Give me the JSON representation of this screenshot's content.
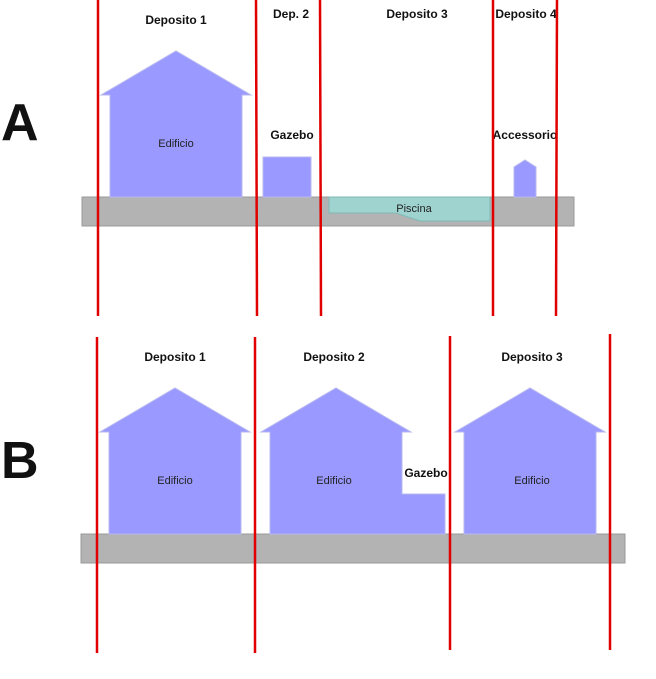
{
  "colors": {
    "building": "#9999ff",
    "building_stroke": "#b8b8f0",
    "ground": "#b3b3b3",
    "pool": "#9fd3cf",
    "divider": "#e00000"
  },
  "panel_a": {
    "letter": "A",
    "deposits": [
      "Deposito 1",
      "Dep. 2",
      "Deposito 3",
      "Deposito 4"
    ],
    "building_label": "Edificio",
    "gazebo_label": "Gazebo",
    "pool_label": "Piscina",
    "accessory_label": "Accessorio"
  },
  "panel_b": {
    "letter": "B",
    "deposits": [
      "Deposito 1",
      "Deposito 2",
      "Deposito 3"
    ],
    "building_labels": [
      "Edificio",
      "Edificio",
      "Edificio"
    ],
    "gazebo_label": "Gazebo"
  }
}
